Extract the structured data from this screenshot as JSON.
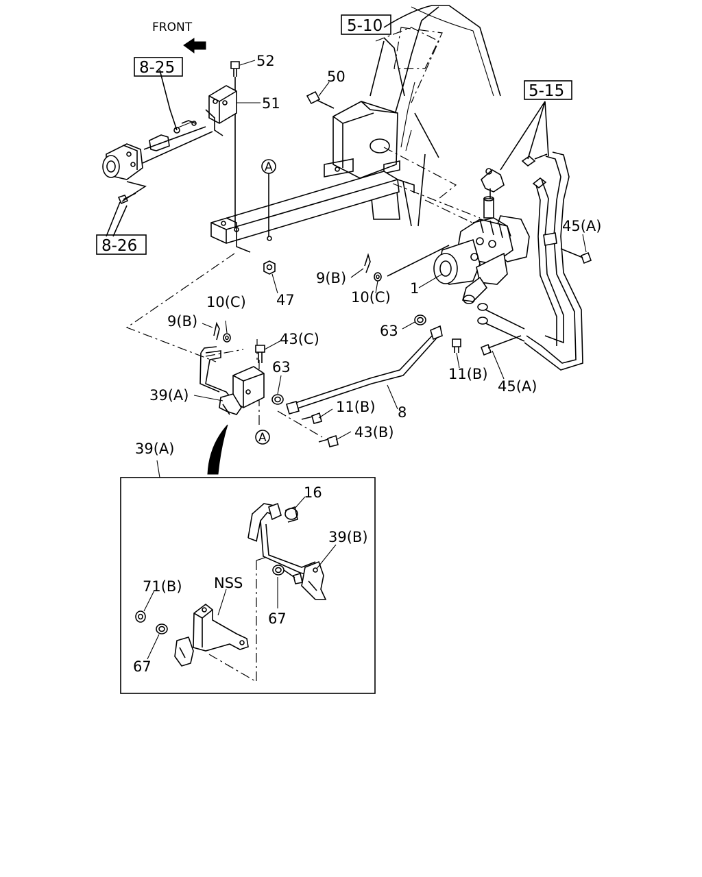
{
  "front_label": "FRONT",
  "refs": {
    "r_5_10": "5-10",
    "r_8_25": "8-25",
    "r_8_26": "8-26",
    "r_5_15": "5-15"
  },
  "callouts": {
    "c52": "52",
    "c51": "51",
    "c50": "50",
    "c45a_top": "45(A)",
    "c9b_top": "9(B)",
    "c10c_top": "10(C)",
    "c1": "1",
    "c47": "47",
    "c10c_left": "10(C)",
    "c9b_left": "9(B)",
    "c43c": "43(C)",
    "c63_left": "63",
    "c63_right": "63",
    "c11b_right": "11(B)",
    "c45a_bottom": "45(A)",
    "c39a": "39(A)",
    "c11b_mid": "11(B)",
    "c8": "8",
    "c43b": "43(B)",
    "c39a_detail": "39(A)",
    "c16": "16",
    "c39b": "39(B)",
    "c71b": "71(B)",
    "c_nss": "NSS",
    "c67_center": "67",
    "c67_left": "67"
  },
  "markers": {
    "marker_a_top": "A",
    "marker_a_bottom": "A"
  }
}
